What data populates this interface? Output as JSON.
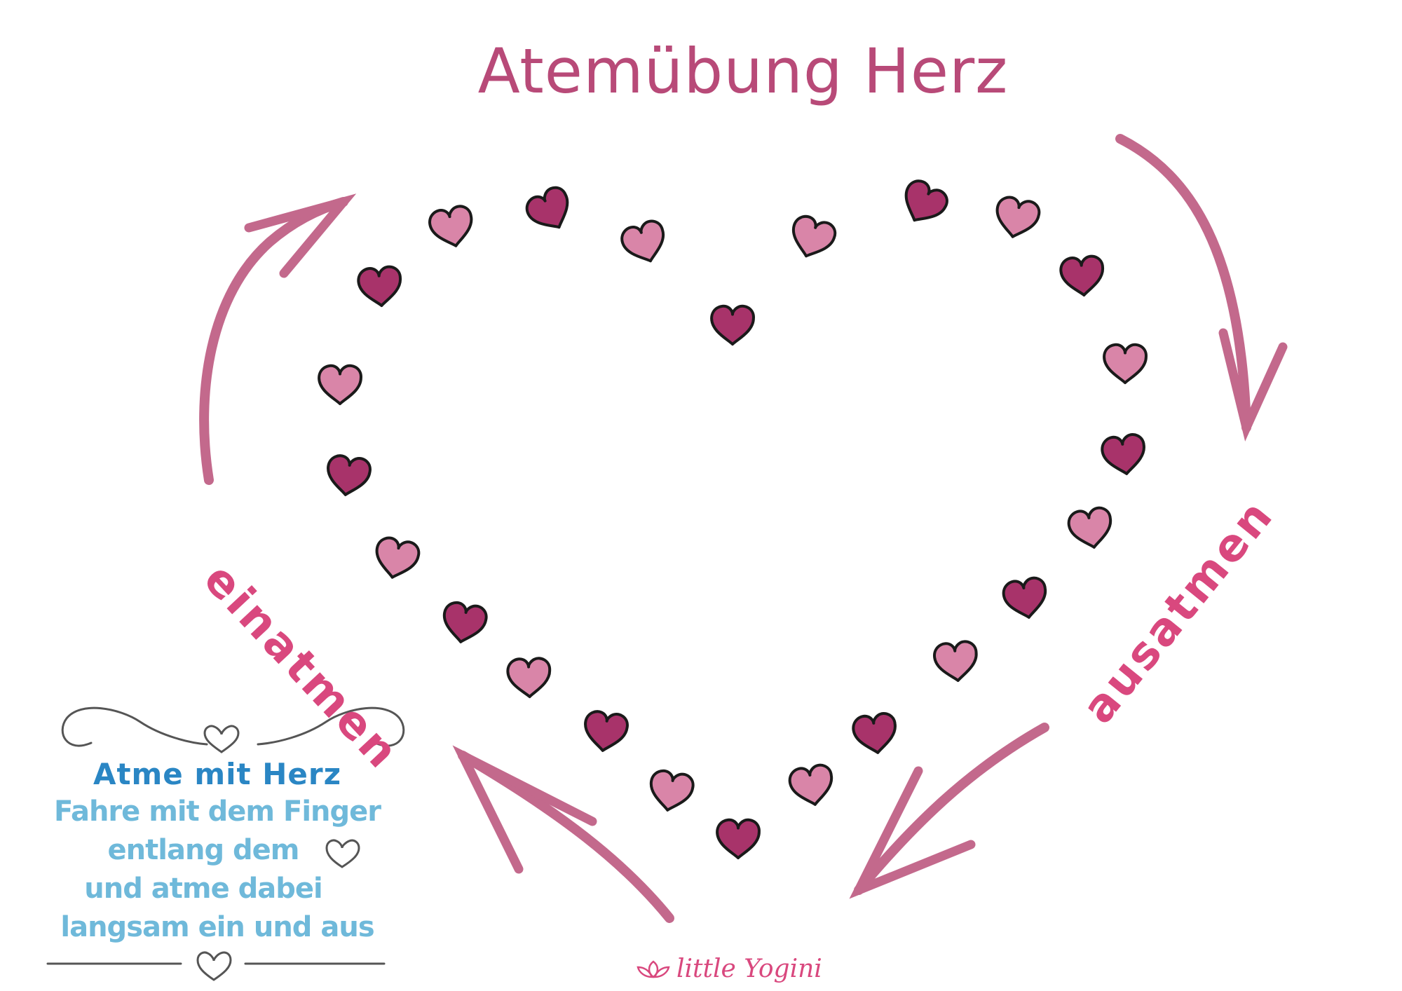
{
  "title": "Atemübung Herz",
  "labels": {
    "inhale": "einatmen",
    "exhale": "ausatmen"
  },
  "instructions": {
    "heading": "Atme mit Herz",
    "line1": "Fahre mit dem Finger",
    "line2": "entlang dem",
    "line3": "und atme dabei",
    "line4": "langsam ein und aus"
  },
  "brand": "little Yogini",
  "colors": {
    "dark_heart": "#a8336a",
    "light_heart": "#d985a8",
    "arrow": "#b94f78",
    "title": "#b84a78",
    "heading": "#2a86c4",
    "body_text": "#6fb9da"
  },
  "icons": [
    "heart-icon",
    "arrow-icon",
    "lotus-icon",
    "flourish-divider"
  ]
}
